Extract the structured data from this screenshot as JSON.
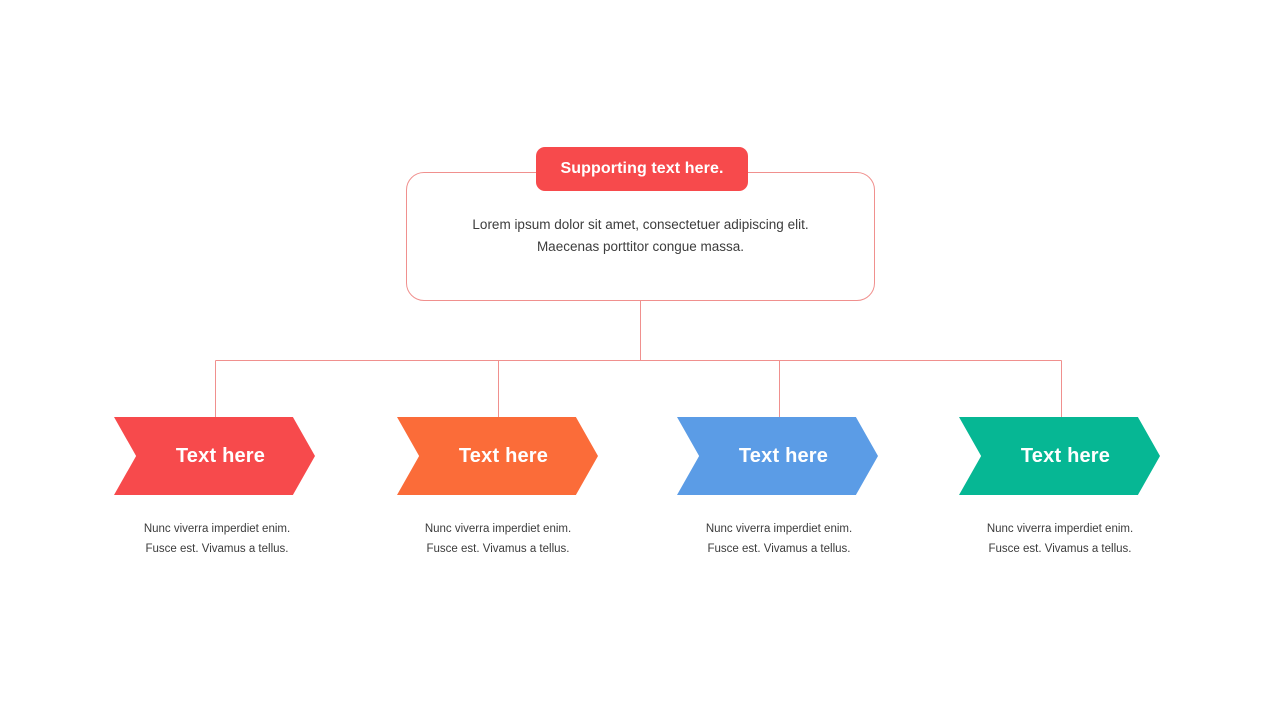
{
  "diagram": {
    "title_badge": {
      "label": "Supporting text here.",
      "color": "#f74a4c",
      "text_color": "#ffffff"
    },
    "summary": {
      "body": "Lorem ipsum dolor sit amet, consectetuer adipiscing elit.\nMaecenas porttitor congue massa.",
      "border_color": "#f0908e"
    },
    "connector_color": "#f0908e",
    "items": [
      {
        "label": "Text here",
        "color": "#f74a4c",
        "caption": "Nunc viverra imperdiet enim.\nFusce est. Vivamus a tellus."
      },
      {
        "label": "Text here",
        "color": "#fb6c39",
        "caption": "Nunc viverra imperdiet enim.\nFusce est. Vivamus a tellus."
      },
      {
        "label": "Text here",
        "color": "#5b9ce6",
        "caption": "Nunc viverra imperdiet enim.\nFusce est. Vivamus a tellus."
      },
      {
        "label": "Text here",
        "color": "#06b794",
        "caption": "Nunc viverra imperdiet enim.\nFusce est. Vivamus a tellus."
      }
    ]
  }
}
